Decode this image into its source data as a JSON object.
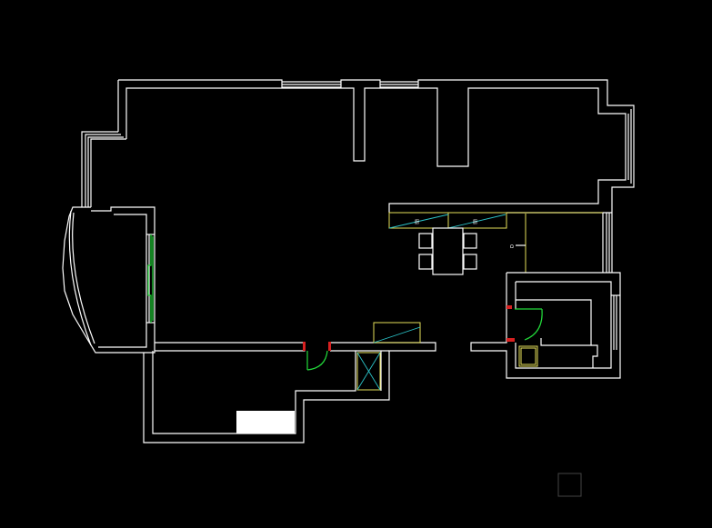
{
  "drawing": {
    "background": "#000000",
    "colors": {
      "wall": "#ffffff",
      "fixture": "#e6e05a",
      "door": "#22d83a",
      "cabinet_diagonal": "#2bc3c8",
      "door_jamb": "#d82020",
      "solid_block": "#ffffff",
      "viewport_box": "#444444"
    },
    "cabinet_labels": [
      "厨",
      "厨"
    ],
    "tap_label": "Ω"
  }
}
